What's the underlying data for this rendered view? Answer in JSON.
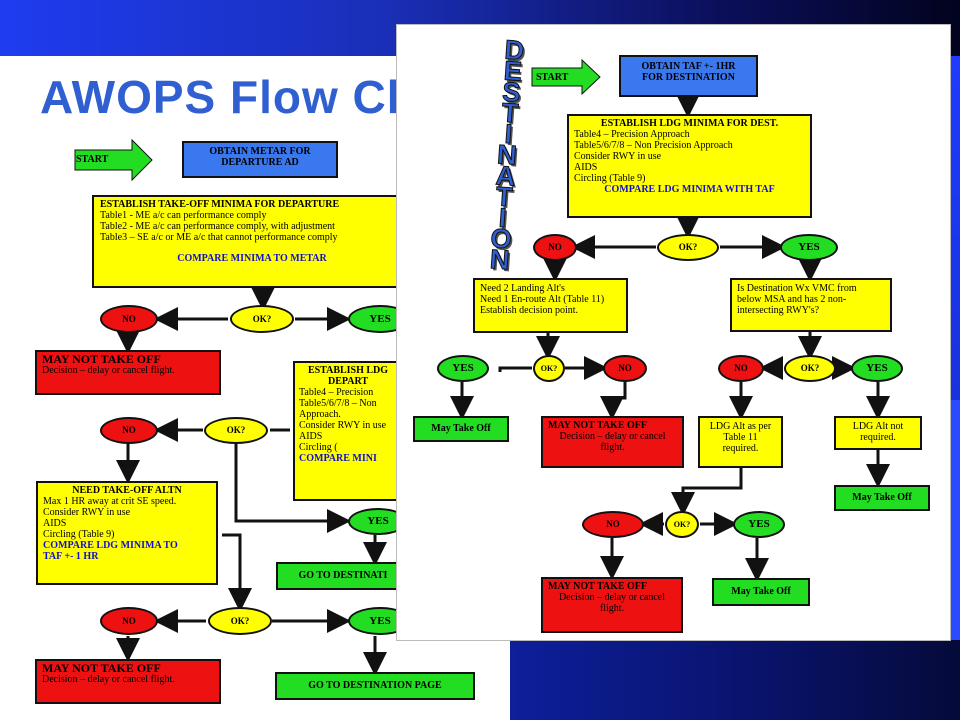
{
  "slide": {
    "title": "AWOPS Flow Ch"
  },
  "left": {
    "start": "START",
    "obtain": "OBTAIN METAR FOR\nDEPARTURE AD",
    "establish_title": "ESTABLISH TAKE-OFF MINIMA FOR DEPARTURE",
    "establish_lines": "Table1 - ME a/c can performance comply\nTable2 - ME a/c can performance comply, with adjustment\nTable3 – SE a/c or ME a/c that cannot performance comply",
    "compare": "COMPARE MINIMA TO METAR",
    "no1": "NO",
    "ok1": "OK?",
    "yes1": "YES",
    "mayNot1_title": "MAY NOT TAKE OFF",
    "mayNot1_sub": "Decision – delay or cancel flight.",
    "ldg_title": "ESTABLISH LDG\nDEPART",
    "ldg_lines": "Table4 – Precision\nTable5/6/7/8 – Non\nApproach.\nConsider RWY in use\n              AIDS\n              Circling (",
    "ldg_compare": "COMPARE MINI",
    "no2": "NO",
    "ok2": "OK?",
    "need_title": "NEED TAKE-OFF ALTN",
    "need_lines": "Max 1 HR away at crit SE speed.\nConsider RWY in use\n              AIDS\n              Circling (Table 9)",
    "need_compare": "COMPARE LDG MINIMA TO\nTAF +- 1 HR",
    "yes2": "YES",
    "goto1": "GO TO DESTINATI",
    "no3": "NO",
    "ok3": "OK?",
    "yes3": "YES",
    "mayNot2_title": "MAY NOT TAKE OFF",
    "mayNot2_sub": "Decision – delay or cancel flight.",
    "goto2": "GO TO DESTINATION PAGE"
  },
  "right": {
    "vertical_word": "D\nE\nS\nT\nI\nN\nA\nT\nI\nO\nN",
    "start": "START",
    "obtain": "OBTAIN TAF +- 1HR\nFOR DESTINATION",
    "est_title": "ESTABLISH LDG MINIMA FOR DEST.",
    "est_lines": "Table4 – Precision Approach\nTable5/6/7/8 – Non Precision Approach\nConsider          RWY in use\n                       AIDS\n                       Circling (Table 9)",
    "est_compare": "COMPARE LDG MINIMA WITH TAF",
    "no1": "NO",
    "ok1": "OK?",
    "yes1": "YES",
    "need2": "Need 2 Landing Alt's\nNeed 1 En-route Alt (Table 11)\nEstablish decision point.",
    "isdest": "Is Destination Wx VMC from\nbelow MSA and has 2 non-\nintersecting RWY's?",
    "yes2": "YES",
    "ok2": "OK?",
    "no2": "NO",
    "no3": "NO",
    "ok3": "OK?",
    "yes3": "YES",
    "mayTake1": "May Take Off",
    "mayNot1_title": "MAY NOT TAKE OFF",
    "mayNot1_sub": "Decision – delay or cancel\nflight.",
    "ldgAlt": "LDG Alt as per\nTable 11\nrequired.",
    "ldgNot": "LDG Alt not\nrequired.",
    "mayTake2": "May Take Off",
    "no4": "NO",
    "ok4": "OK?",
    "yes4": "YES",
    "mayNot2_title": "MAY NOT TAKE OFF",
    "mayNot2_sub": "Decision – delay or cancel\nflight.",
    "mayTake3": "May Take Off"
  },
  "colors": {
    "yellow": "#ffff00",
    "blue": "#3a78f0",
    "green": "#22dd22",
    "red": "#ee1111",
    "title": "#2f5fd0"
  }
}
